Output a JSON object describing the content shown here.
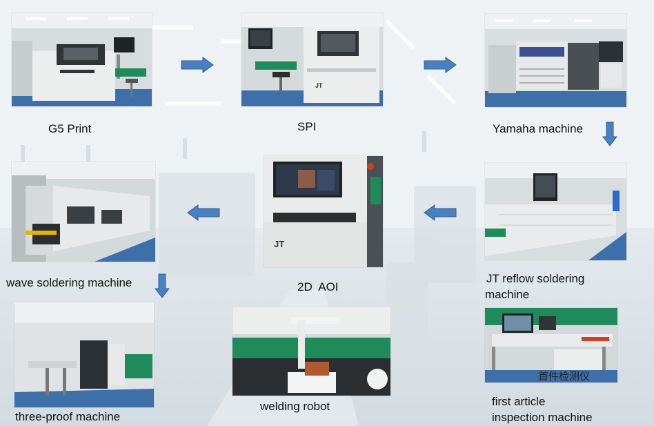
{
  "colors": {
    "arrow_fill": "#4a7fc0",
    "arrow_stroke": "#2d5f9a",
    "floor_blue": "#3d6fa8",
    "machine_white": "#eceeee",
    "dark_panel": "#2f3437",
    "wall_green": "#1f8a5a"
  },
  "steps": {
    "g5_print": "G5 Print",
    "spi": "SPI",
    "yamaha": "Yamaha machine",
    "jt_reflow_line1": "JT reflow soldering",
    "jt_reflow_line2": "machine",
    "aoi": "2D  AOI",
    "wave": "wave soldering machine",
    "three_proof": "three-proof machine",
    "welding_robot": "welding robot",
    "first_article_line1": "first article",
    "first_article_line2": "inspection machine"
  },
  "overlay_text": {
    "first_article_cn": "首件检测仪"
  },
  "icons": {
    "right": "arrow-right-icon",
    "left": "arrow-left-icon",
    "down": "arrow-down-icon"
  }
}
